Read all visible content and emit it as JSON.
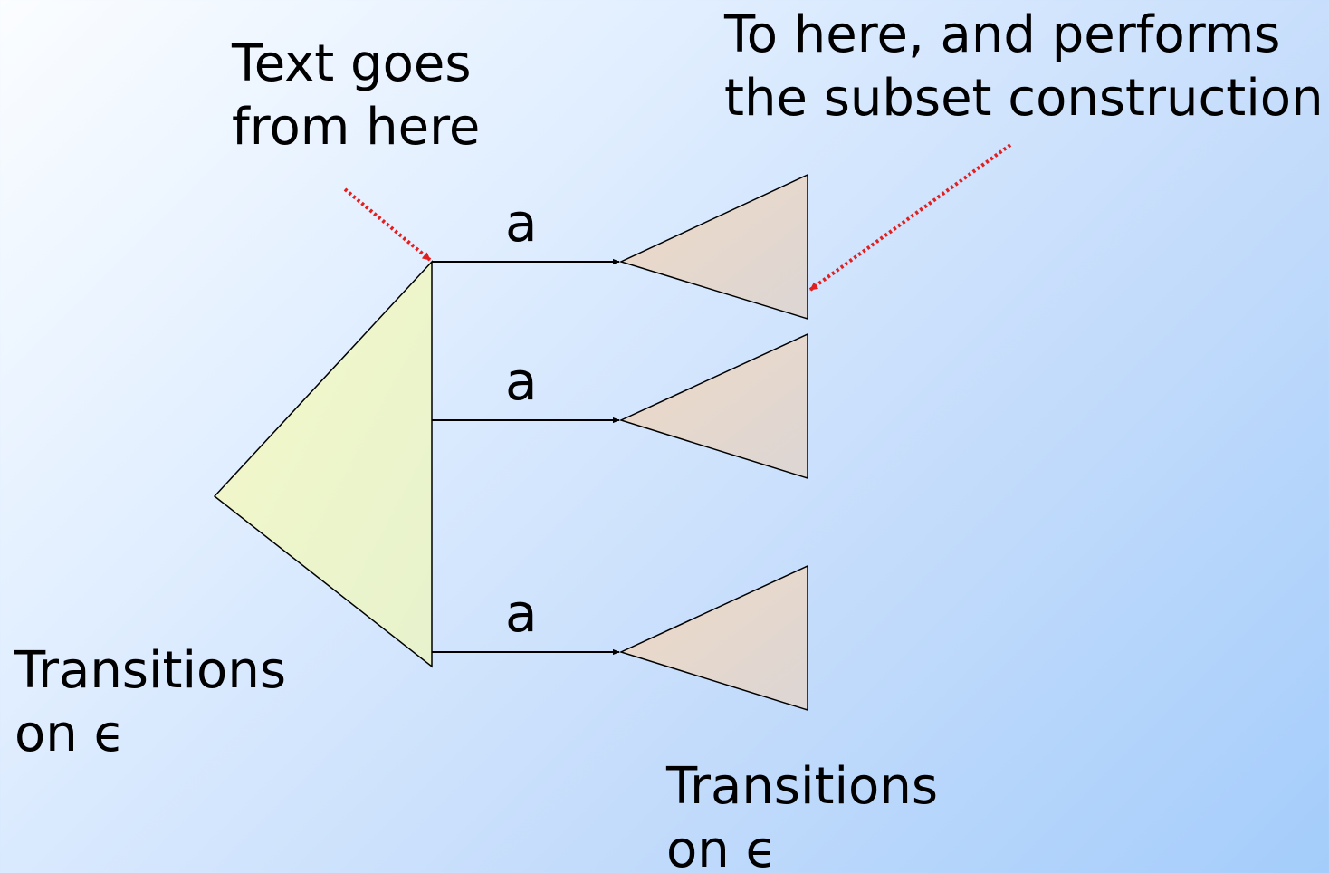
{
  "texts": {
    "source_line1": "Text goes",
    "source_line2": "from here",
    "target_line1": "To here, and performs",
    "target_line2": "the subset construction",
    "edge_label_1": "a",
    "edge_label_2": "a",
    "edge_label_3": "a",
    "left_note_line1": "Transitions",
    "left_note_line2": "on ϵ",
    "bottom_note_line1": "Transitions",
    "bottom_note_line2": "on ϵ"
  },
  "colors": {
    "source_triangle_fill": "#eef6c7",
    "target_triangle_fill": "#e6d8cc",
    "pointer_arrow": "#e02020",
    "edges": "#000000"
  }
}
